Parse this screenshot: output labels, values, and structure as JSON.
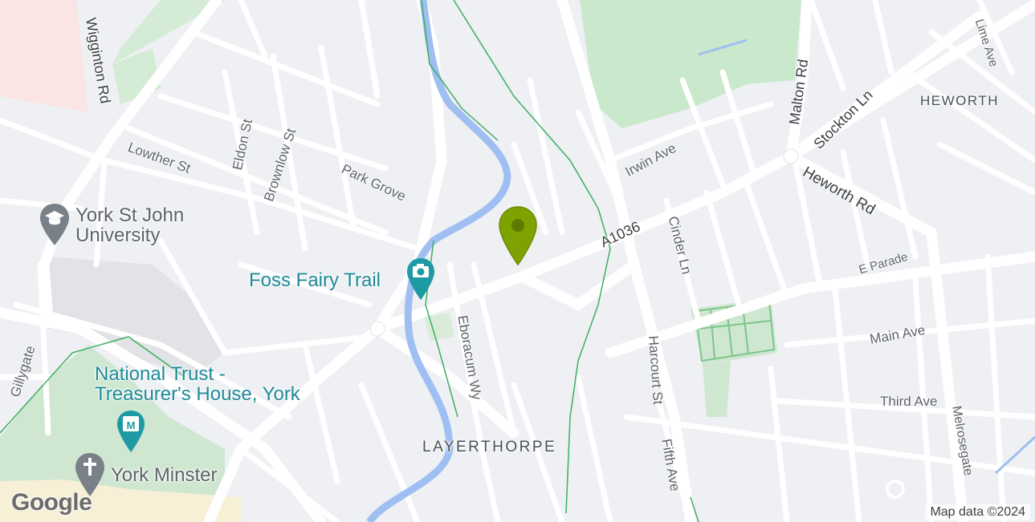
{
  "map": {
    "areas": {
      "heworth": "HEWORTH",
      "layerthorpe": "LAYERTHORPE"
    },
    "roads": {
      "wigginton_rd": "Wigginton Rd",
      "lowther_st": "Lowther St",
      "eldon_st": "Eldon St",
      "brownlow_st": "Brownlow St",
      "park_grove": "Park Grove",
      "irwin_ave": "Irwin Ave",
      "malton_rd": "Malton Rd",
      "stockton_ln": "Stockton Ln",
      "lime_ave": "Lime Ave",
      "heworth_rd": "Heworth Rd",
      "a1036": "A1036",
      "cinder_ln": "Cinder Ln",
      "e_parade": "E Parade",
      "main_ave": "Main Ave",
      "third_ave": "Third Ave",
      "melrosegate": "Melrosegate",
      "harcourt_st": "Harcourt St",
      "fifth_ave": "Fifth Ave",
      "eboracum_wy": "Eboracum Wy",
      "gillygate": "Gillygate"
    },
    "pois": {
      "york_st_john": "York St John\nUniversity",
      "foss_fairy_trail": "Foss Fairy Trail",
      "treasurers_house": "National Trust -\nTreasurer's House, York",
      "york_minster": "York Minster"
    },
    "icons": {
      "university": "graduation-cap-icon",
      "camera": "camera-icon",
      "museum": "museum-icon",
      "church": "cross-icon",
      "marker": "map-marker-icon"
    },
    "colors": {
      "land": "#eef0f3",
      "road": "#ffffff",
      "river": "#9fbff2",
      "park": "#c9e8cc",
      "poi_blue": "#1e8a96",
      "marker": "#7ea200"
    },
    "branding": {
      "logo": "Google",
      "attribution": "Map data ©2024"
    }
  }
}
